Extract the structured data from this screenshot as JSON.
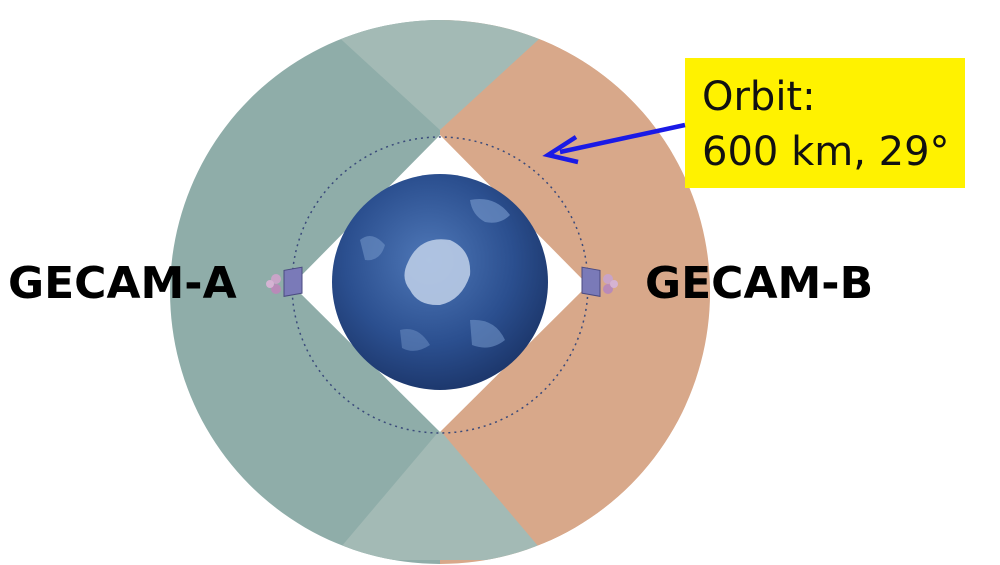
{
  "diagram": {
    "satellite_a_label": "GECAM-A",
    "satellite_b_label": "GECAM-B",
    "callout": {
      "line1": "Orbit:",
      "line2": "600 km, 29°"
    }
  },
  "colors": {
    "fov_a": "#8fada9",
    "fov_a_overlap": "#a3bab5",
    "fov_b": "#d8a88a",
    "earth": "#2b4f8f",
    "callout_bg": "#fff200",
    "arrow": "#1a1ae6",
    "orbit_line": "#3a4a7a"
  },
  "icons": {
    "satellite_a": "satellite-icon",
    "satellite_b": "satellite-icon",
    "earth": "earth-globe-icon"
  }
}
